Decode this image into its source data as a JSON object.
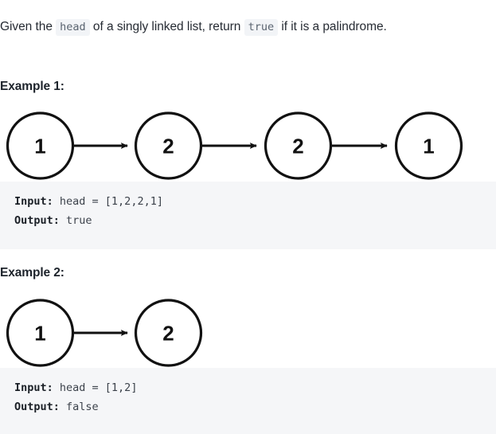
{
  "problem": {
    "statement": {
      "part1": "Given the ",
      "code1": "head",
      "part2": " of a singly linked list, return ",
      "code2": "true",
      "part3": " if it is a palindrome."
    },
    "examples": [
      {
        "heading": "Example 1:",
        "diagram": {
          "nodes": [
            "1",
            "2",
            "2",
            "1"
          ],
          "arrow_count": 3
        },
        "input_label": "Input:",
        "input_value": " head = [1,2,2,1]",
        "output_label": "Output:",
        "output_value": " true"
      },
      {
        "heading": "Example 2:",
        "diagram": {
          "nodes": [
            "1",
            "2"
          ],
          "arrow_count": 1
        },
        "input_label": "Input:",
        "input_value": " head = [1,2]",
        "output_label": "Output:",
        "output_value": " false"
      }
    ]
  },
  "colors": {
    "text": "#262b33",
    "heading": "#1d232b",
    "inline_code_bg": "#f2f4f7",
    "inline_code_fg": "#5a6470",
    "codeblock_bg": "#f5f6f8",
    "node_stroke": "#111111",
    "page_bg": "#ffffff"
  }
}
